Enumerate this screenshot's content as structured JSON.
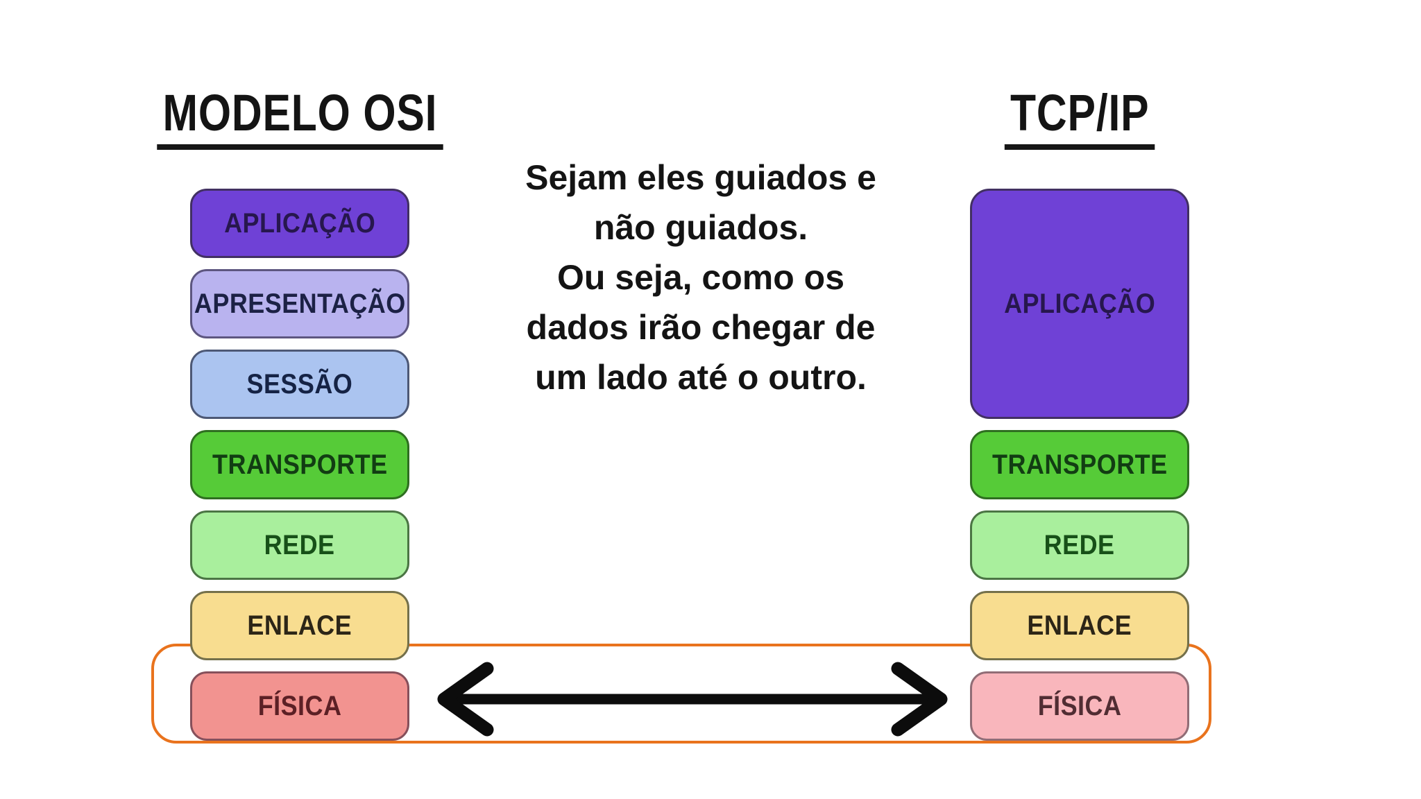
{
  "page": {
    "background": "#ffffff",
    "text_color": "#141414"
  },
  "osi": {
    "title": "MODELO OSI",
    "layers": [
      {
        "label": "APLICAÇÃO",
        "fill": "#6f41d6",
        "border": "#423063",
        "text_color": "#27174e"
      },
      {
        "label": "APRESENTAÇÃO",
        "fill": "#b9b3ef",
        "border": "#5d5680",
        "text_color": "#1c2145"
      },
      {
        "label": "SESSÃO",
        "fill": "#abc4f0",
        "border": "#4d5875",
        "text_color": "#152345"
      },
      {
        "label": "TRANSPORTE",
        "fill": "#56cb38",
        "border": "#2f6e21",
        "text_color": "#123d13"
      },
      {
        "label": "REDE",
        "fill": "#a9ef9d",
        "border": "#4b7544",
        "text_color": "#175018"
      },
      {
        "label": "ENLACE",
        "fill": "#f8dd90",
        "border": "#74704b",
        "text_color": "#2c2517"
      },
      {
        "label": "FÍSICA",
        "fill": "#f29390",
        "border": "#86505b",
        "text_color": "#5c2025"
      }
    ]
  },
  "tcpip": {
    "title": "TCP/IP",
    "layers": [
      {
        "label": "APLICAÇÃO",
        "fill": "#6f41d6",
        "border": "#423063",
        "text_color": "#27174e"
      },
      {
        "label": "TRANSPORTE",
        "fill": "#56cb38",
        "border": "#2f6e21",
        "text_color": "#123d13"
      },
      {
        "label": "REDE",
        "fill": "#a9ef9d",
        "border": "#4b7544",
        "text_color": "#175018"
      },
      {
        "label": "ENLACE",
        "fill": "#f8dd90",
        "border": "#74704b",
        "text_color": "#2c2517"
      },
      {
        "label": "FÍSICA",
        "fill": "#f9b6bc",
        "border": "#916d76",
        "text_color": "#512d33"
      }
    ]
  },
  "note": {
    "text": "Sejam eles guiados e\nnão guiados.\nOu seja, como os\ndados irão chegar de\num lado até o outro.",
    "color": "#141414"
  },
  "highlight": {
    "border_color": "#e9731d"
  },
  "arrow": {
    "color": "#0c0c0c"
  }
}
